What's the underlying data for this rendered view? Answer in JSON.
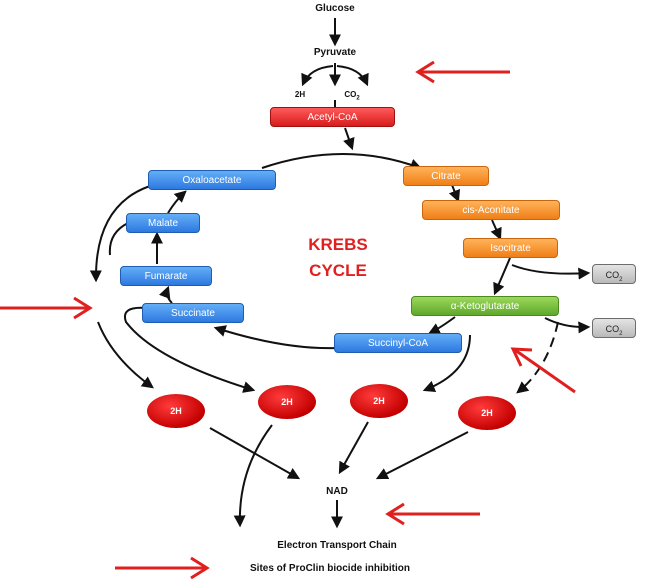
{
  "labels": {
    "glucose": "Glucose",
    "pyruvate": "Pyruvate",
    "two_h": "2H",
    "co2": "CO",
    "nad": "NAD",
    "etc": "Electron Transport Chain",
    "legend": "Sites of ProClin biocide inhibition"
  },
  "krebs": {
    "line1": "KREBS",
    "line2": "CYCLE"
  },
  "nodes": {
    "acetyl_coa": "Acetyl-CoA",
    "oxaloacetate": "Oxaloacetate",
    "malate": "Malate",
    "fumarate": "Fumarate",
    "succinate": "Succinate",
    "citrate": "Citrate",
    "cis_aconitate": "cis-Aconitate",
    "isocitrate": "Isocitrate",
    "alpha_ketoglutarate": "α-Ketoglutarate",
    "succinyl_coa": "Succinyl-CoA",
    "co2_box": "CO",
    "co2_sub": "2"
  },
  "ovals": {
    "label": "2H"
  },
  "colors": {
    "inhibition_arrow": "#e0201f",
    "cycle_red": "#e02020",
    "blue_node": "#2d78e0",
    "orange_node": "#f07f16",
    "green_node": "#5fa82b",
    "gray_node": "#b9b9b9"
  }
}
